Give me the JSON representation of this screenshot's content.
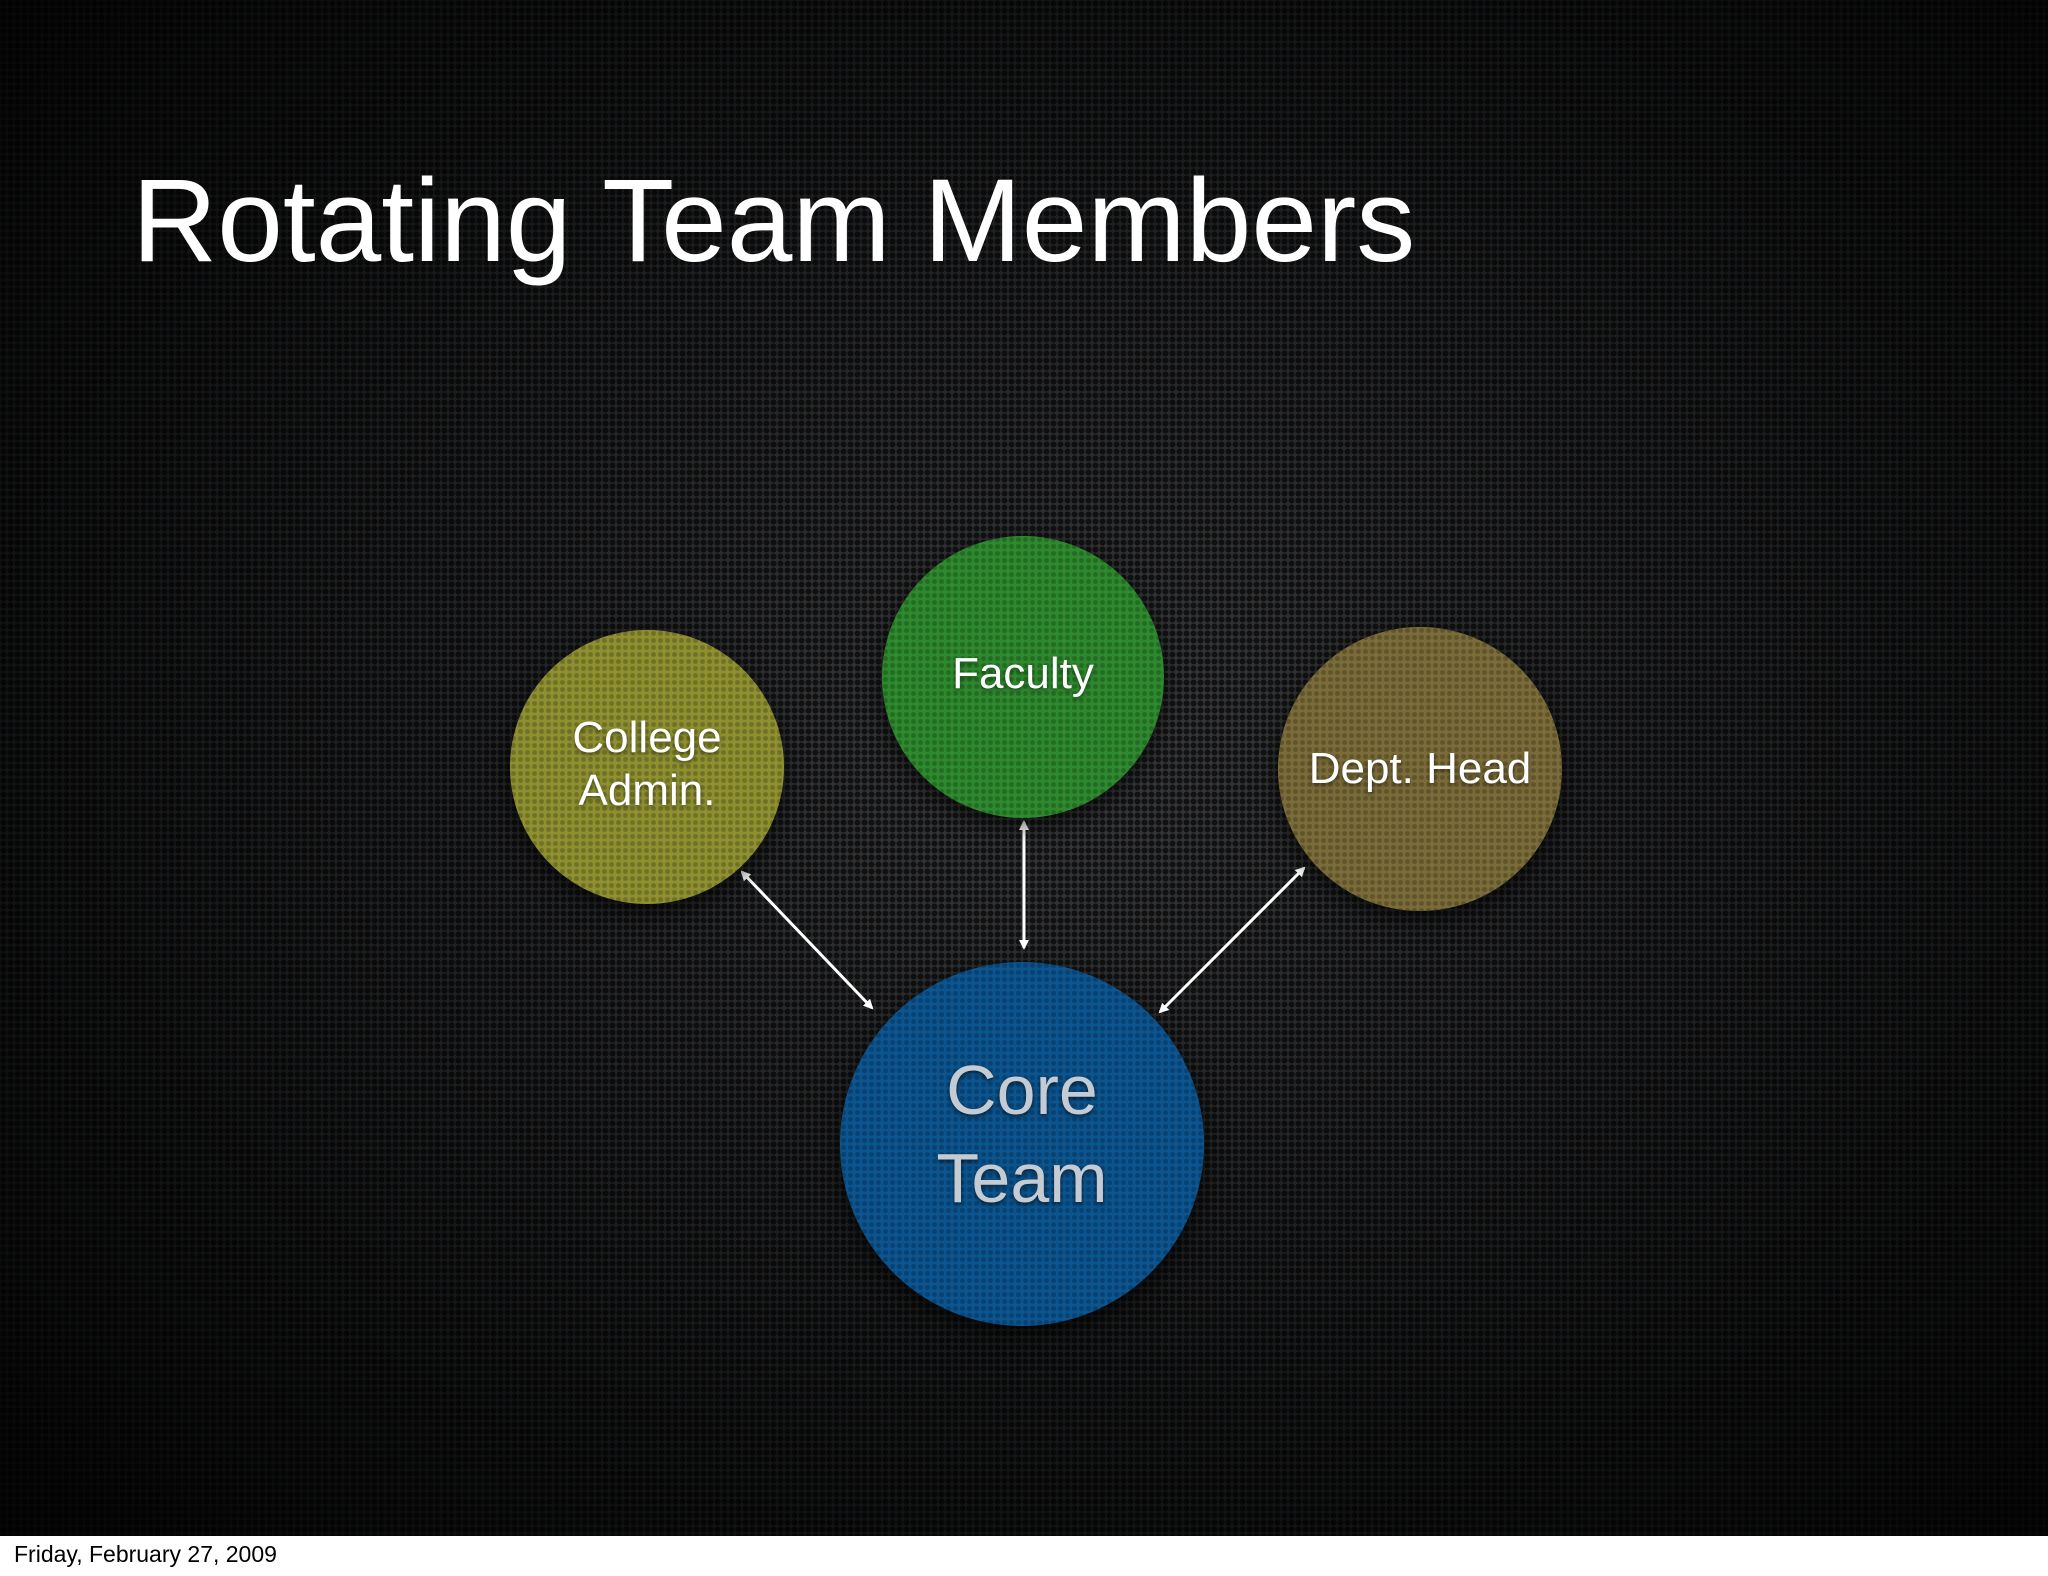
{
  "slide": {
    "title": "Rotating Team Members"
  },
  "diagram": {
    "nodes": {
      "college_admin": {
        "label": "College\nAdmin.",
        "color": "#8f9131"
      },
      "faculty": {
        "label": "Faculty",
        "color": "#2e8a2e"
      },
      "dept_head": {
        "label": "Dept. Head",
        "color": "#7b6c39"
      },
      "core_team": {
        "label": "Core\nTeam",
        "color": "#0b5590"
      }
    },
    "connections": [
      {
        "from": "college_admin",
        "to": "core_team",
        "style": "double-arrow"
      },
      {
        "from": "faculty",
        "to": "core_team",
        "style": "double-arrow"
      },
      {
        "from": "dept_head",
        "to": "core_team",
        "style": "double-arrow"
      }
    ],
    "arrow_color": "#ffffff"
  },
  "footer": {
    "date": "Friday, February 27, 2009"
  }
}
